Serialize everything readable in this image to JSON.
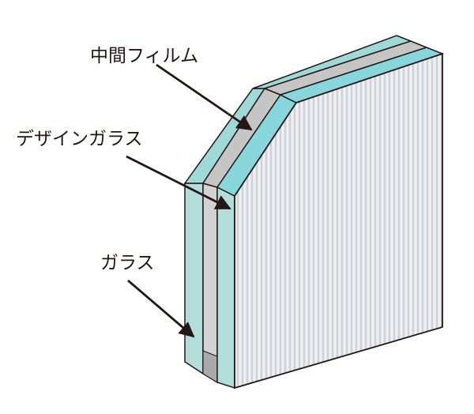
{
  "labels": {
    "interlayer_film": "中間フィルム",
    "design_glass": "デザインガラス",
    "glass": "ガラス"
  },
  "colors": {
    "glass_edge": "#b3ddd9",
    "glass_edge_highlight": "#7fd6dc",
    "interlayer": "#c9c9c9",
    "design_face": "#e4e6ea",
    "outline": "#231815",
    "arrow": "#231815"
  }
}
